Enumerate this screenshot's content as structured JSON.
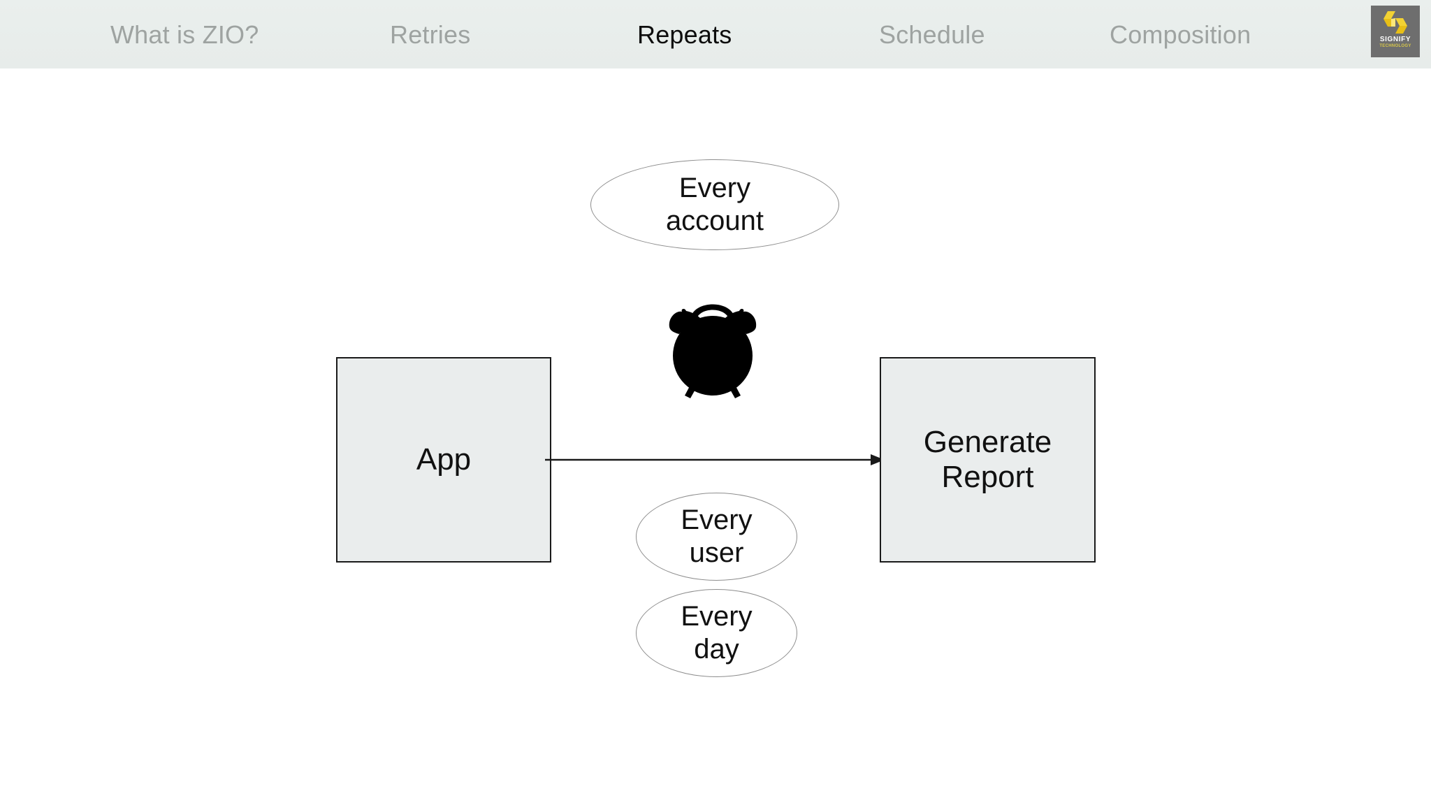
{
  "nav": {
    "items": [
      {
        "label": "What is ZIO?",
        "active": false
      },
      {
        "label": "Retries",
        "active": false
      },
      {
        "label": "Repeats",
        "active": true
      },
      {
        "label": "Schedule",
        "active": false
      },
      {
        "label": "Composition",
        "active": false
      }
    ],
    "background_color": "#e8edeb",
    "active_color": "#0d0d0d",
    "inactive_color": "#9ea3a1"
  },
  "logo": {
    "name": "SIGNIFY",
    "subtitle": "TECHNOLOGY",
    "box_color": "#6e6e6e",
    "mark_color": "#f2cc25",
    "icon": "signify-chevron-logo"
  },
  "diagram": {
    "title": "Repeats",
    "nodes": [
      {
        "id": "app",
        "label": "App",
        "shape": "rectangle",
        "fill": "#eaeded",
        "stroke": "#1a1a1a"
      },
      {
        "id": "report",
        "label": "Generate\nReport",
        "shape": "rectangle",
        "fill": "#eaeded",
        "stroke": "#1a1a1a"
      }
    ],
    "annotations": [
      {
        "id": "account",
        "label": "Every\naccount",
        "shape": "ellipse",
        "fill": "#ffffff",
        "stroke": "#8d8d8d"
      },
      {
        "id": "user",
        "label": "Every\nuser",
        "shape": "ellipse",
        "fill": "#ffffff",
        "stroke": "#8d8d8d"
      },
      {
        "id": "day",
        "label": "Every\nday",
        "shape": "ellipse",
        "fill": "#ffffff",
        "stroke": "#8d8d8d"
      }
    ],
    "edges": [
      {
        "from": "app",
        "to": "report",
        "label": "",
        "arrow": "single",
        "color": "#1a1a1a"
      }
    ],
    "icons": [
      {
        "id": "alarm-clock",
        "name": "alarm-clock-icon",
        "color": "#000000"
      }
    ]
  }
}
